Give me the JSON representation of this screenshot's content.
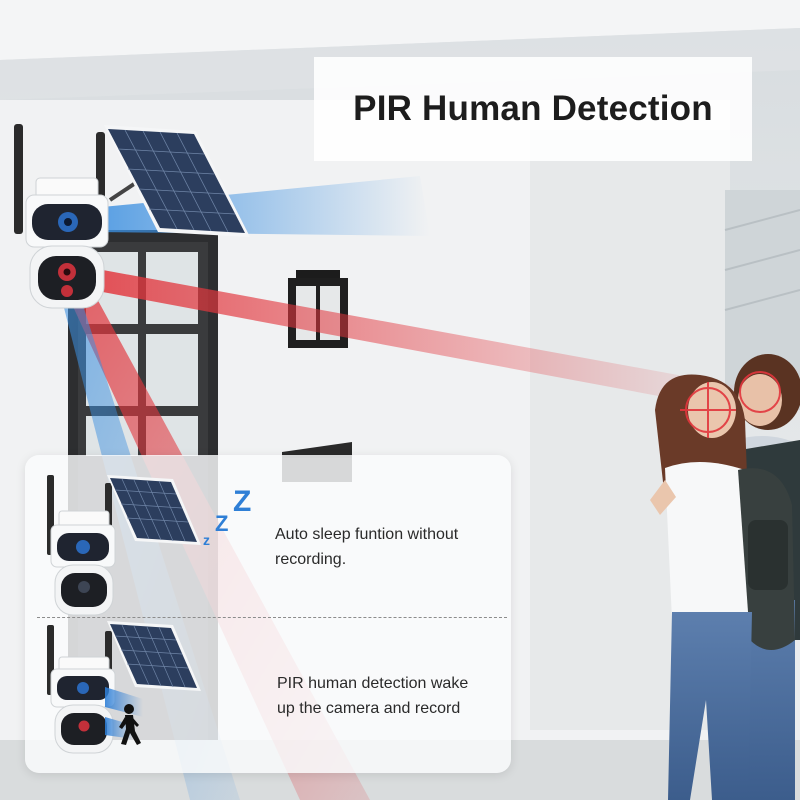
{
  "title": "PIR Human Detection",
  "panel": {
    "sleep": {
      "line1": "Auto sleep funtion without",
      "line2": "recording.",
      "sleep_letters": [
        "z",
        "Z",
        "Z"
      ]
    },
    "wake": {
      "line1": "PIR human detection wake",
      "line2": "up the camera and record"
    }
  },
  "colors": {
    "detection_red": "#e2363d",
    "detection_blue": "#3b8fe0",
    "sleep_blue": "#2f7fd6",
    "solar_panel": "#2c3e5e"
  },
  "icons": [
    "camera-icon",
    "solar-panel-icon",
    "sleep-zzz-icon",
    "walking-person-icon"
  ]
}
